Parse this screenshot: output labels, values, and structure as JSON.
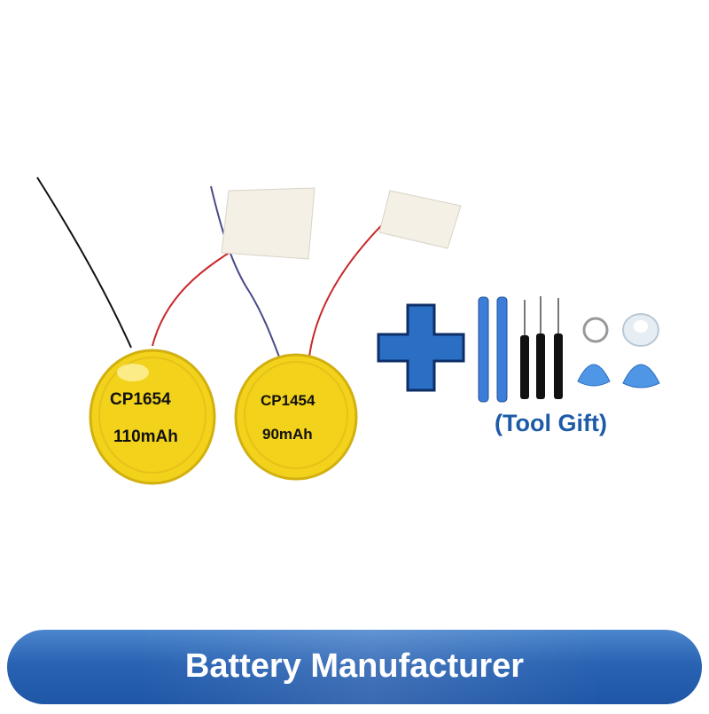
{
  "batteries": [
    {
      "model": "CP1654",
      "capacity": "110mAh"
    },
    {
      "model": "CP1454",
      "capacity": "90mAh"
    }
  ],
  "tool_caption": "(Tool Gift)",
  "banner": {
    "text": "Battery Manufacturer"
  },
  "icons": [
    "plus-icon",
    "screwdriver-icon",
    "pry-tool-icon",
    "suction-cup-icon",
    "key-ring-icon"
  ],
  "colors": {
    "battery_yellow": "#f2d21a",
    "plus_blue": "#2a6fc4",
    "tool_blue": "#3b7dd8",
    "banner_blue": "#2a63b3",
    "caption_blue": "#1d5aa8"
  }
}
